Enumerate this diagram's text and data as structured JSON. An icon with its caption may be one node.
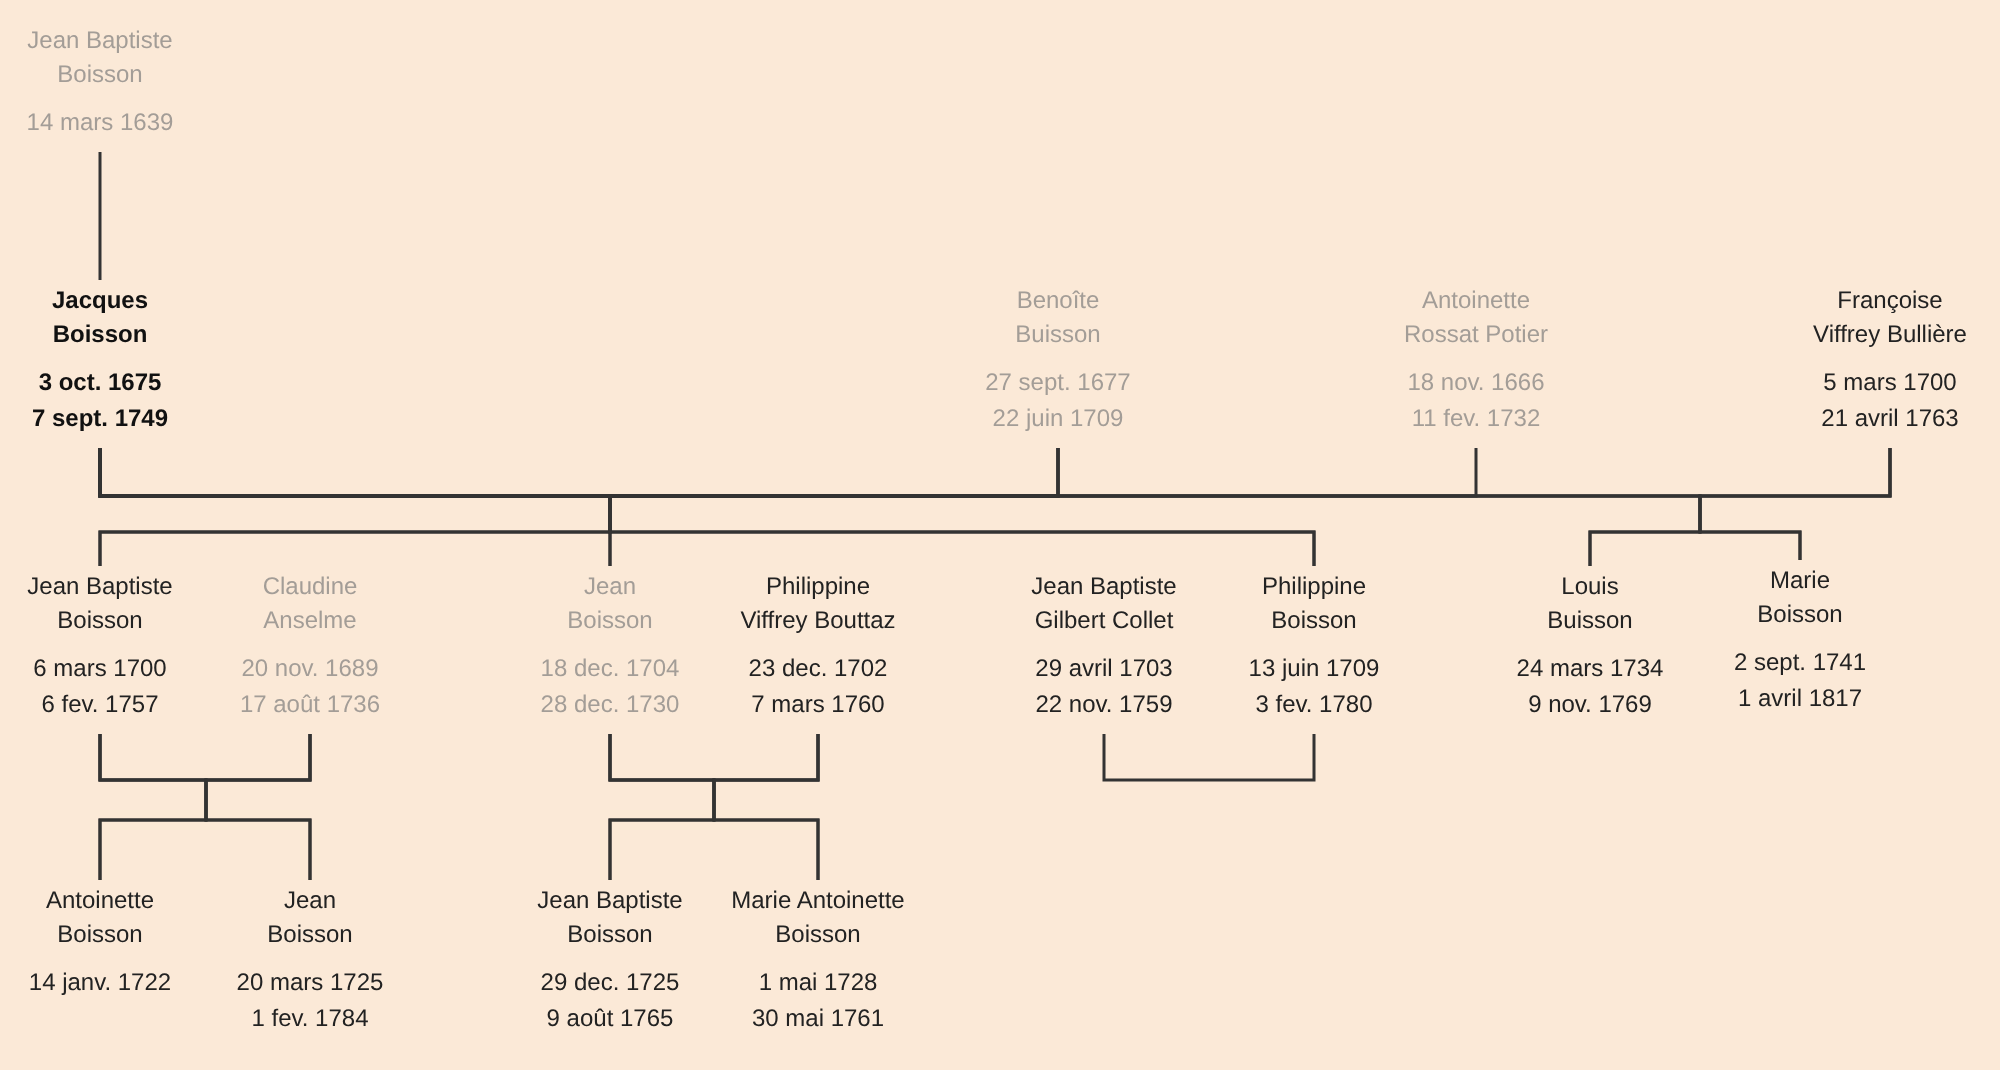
{
  "diagram": {
    "nodes": [
      {
        "text": [
          "Jean Baptiste Boisson",
          "14 mars 1639"
        ]
      },
      {
        "text": [
          "Jacques Boisson",
          "3 oct. 1675",
          "7 sept. 1749"
        ]
      },
      {
        "text": [
          "Benoîte Buisson",
          "27 sept. 1677",
          "22 juin 1709"
        ]
      },
      {
        "text": [
          "Antoinette Rossat Potier",
          "18 nov. 1666",
          "11 fev. 1732"
        ]
      },
      {
        "text": [
          "Françoise Viffrey Bullière",
          "5 mars 1700",
          "21 avril 1763"
        ]
      },
      {
        "text": [
          "Jean Baptiste Boisson",
          "6 mars 1700",
          "6 fev. 1757"
        ]
      },
      {
        "text": [
          "Claudine Anselme",
          "20 nov. 1689",
          "17 août 1736"
        ]
      },
      {
        "text": [
          "Jean Boisson",
          "18 dec. 1704",
          "28 dec. 1730"
        ]
      },
      {
        "text": [
          "Philippine Viffrey Bouttaz",
          "23 dec. 1702",
          "7 mars 1760"
        ]
      },
      {
        "text": [
          "Jean Baptiste Gilbert Collet",
          "29 avril 1703",
          "22 nov. 1759"
        ]
      },
      {
        "text": [
          "Philippine Boisson",
          "13 juin 1709",
          "3 fev. 1780"
        ]
      },
      {
        "text": [
          "Louis Buisson",
          "24 mars 1734",
          "9 nov. 1769"
        ]
      },
      {
        "text": [
          "Marie Boisson",
          "2 sept. 1741",
          "1 avril 1817"
        ]
      },
      {
        "text": [
          "Antoinette Boisson",
          "14 janv. 1722"
        ]
      },
      {
        "text": [
          "Jean Boisson",
          "20 mars 1725",
          "1 fev. 1784"
        ]
      },
      {
        "text": [
          "Jean Baptiste Boisson",
          "29 dec. 1725",
          "9 août 1765"
        ]
      },
      {
        "text": [
          "Marie Antoinette Boisson",
          "1 mai 1728",
          "30 mai 1761"
        ]
      }
    ],
    "edges": [
      {
        "from": 0,
        "to": 1,
        "arrow": "none"
      },
      {
        "from": 1,
        "to": 2,
        "arrow": "none"
      },
      {
        "from": 1,
        "to": 3,
        "arrow": "none"
      },
      {
        "from": 1,
        "to": 4,
        "arrow": "none"
      },
      {
        "from": 1,
        "to": 5,
        "arrow": "none"
      },
      {
        "from": 2,
        "to": 5,
        "arrow": "none"
      },
      {
        "from": 1,
        "to": 7,
        "arrow": "none"
      },
      {
        "from": 2,
        "to": 7,
        "arrow": "none"
      },
      {
        "from": 1,
        "to": 10,
        "arrow": "none"
      },
      {
        "from": 2,
        "to": 10,
        "arrow": "none"
      },
      {
        "from": 1,
        "to": 11,
        "arrow": "none"
      },
      {
        "from": 4,
        "to": 11,
        "arrow": "none"
      },
      {
        "from": 1,
        "to": 12,
        "arrow": "none"
      },
      {
        "from": 4,
        "to": 12,
        "arrow": "none"
      },
      {
        "from": 5,
        "to": 6,
        "arrow": "none"
      },
      {
        "from": 5,
        "to": 13,
        "arrow": "none"
      },
      {
        "from": 6,
        "to": 13,
        "arrow": "none"
      },
      {
        "from": 5,
        "to": 14,
        "arrow": "none"
      },
      {
        "from": 6,
        "to": 14,
        "arrow": "none"
      },
      {
        "from": 7,
        "to": 8,
        "arrow": "none"
      },
      {
        "from": 7,
        "to": 15,
        "arrow": "none"
      },
      {
        "from": 8,
        "to": 15,
        "arrow": "none"
      },
      {
        "from": 7,
        "to": 16,
        "arrow": "none"
      },
      {
        "from": 8,
        "to": 16,
        "arrow": "none"
      },
      {
        "from": 9,
        "to": 10,
        "arrow": "none"
      }
    ]
  }
}
